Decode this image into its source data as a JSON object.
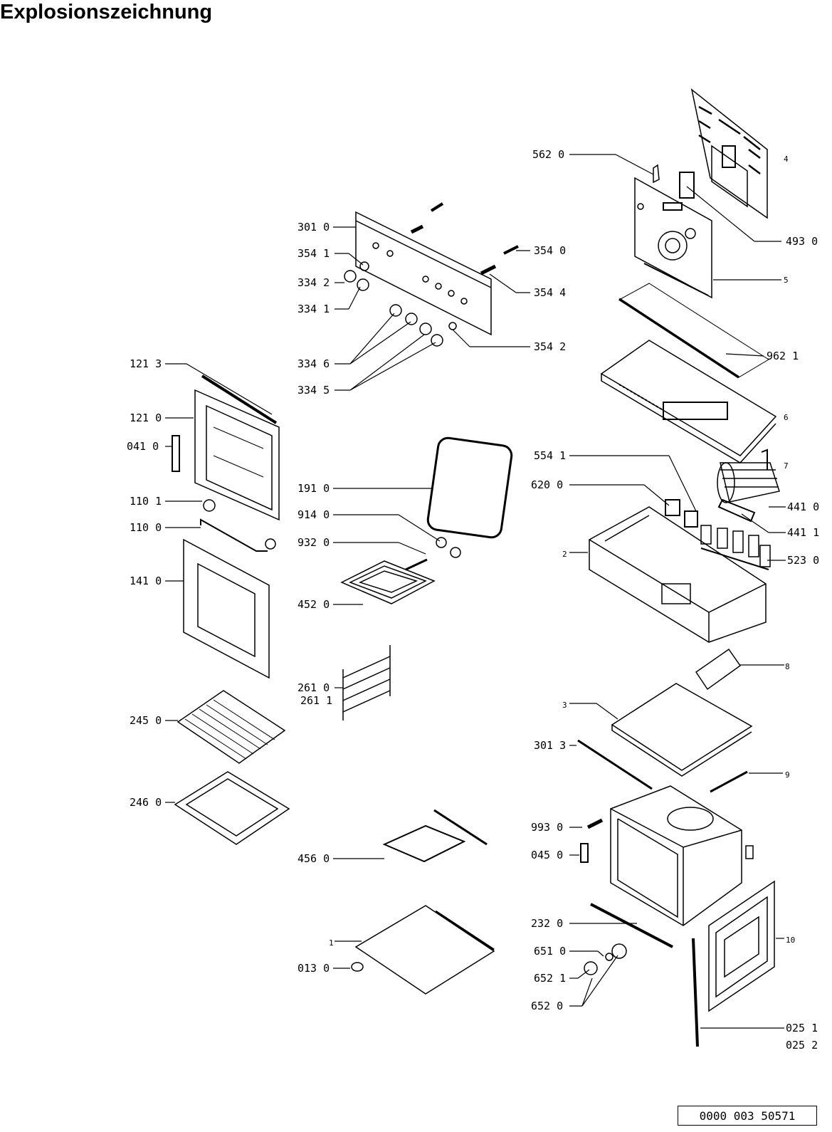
{
  "title": "Explosionszeichnung",
  "doc_number": "0000  003  50571",
  "labels": {
    "l5620": "562 0",
    "l4930": "493 0",
    "l4": "4",
    "l5": "5",
    "l3010": "301 0",
    "l3541": "354 1",
    "l3540": "354 0",
    "l3342": "334 2",
    "l3544": "354 4",
    "l3341": "334 1",
    "l3542": "354 2",
    "l9621": "962 1",
    "l3346": "334 6",
    "l1213": "121 3",
    "l3345": "334 5",
    "l6": "6",
    "l1210": "121 0",
    "l0410": "041 0",
    "l7": "7",
    "l5541": "554 1",
    "l1910": "191 0",
    "l6200": "620 0",
    "l4410": "441 0",
    "l1101": "110 1",
    "l9140": "914 0",
    "l4411": "441 1",
    "l1100": "110 0",
    "l9320": "932 0",
    "l2": "2",
    "l5230": "523 0",
    "l1410": "141 0",
    "l4520": "452 0",
    "l8": "8",
    "l2610": "261 0",
    "l2611": "261 1",
    "l3": "3",
    "l2450": "245 0",
    "l3013": "301 3",
    "l9": "9",
    "l2460": "246 0",
    "l9930": "993 0",
    "l0450": "045 0",
    "l4560": "456 0",
    "l2320": "232 0",
    "l10": "10",
    "l1": "1",
    "l6510": "651 0",
    "l0130": "013 0",
    "l6521": "652 1",
    "l6520": "652 0",
    "l0251": "025 1",
    "l0252": "025 2"
  }
}
